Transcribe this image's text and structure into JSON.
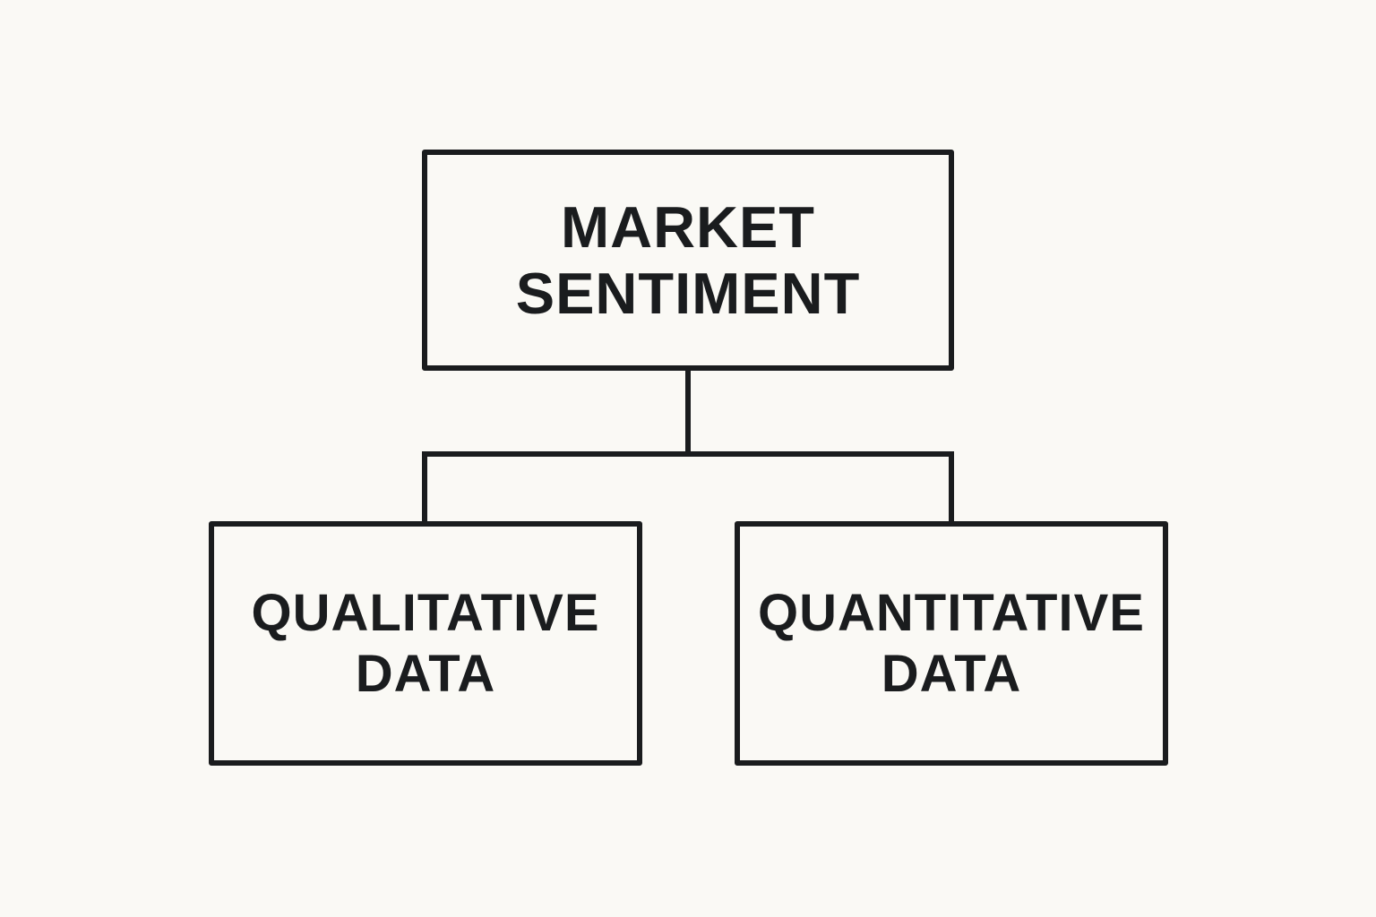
{
  "background_color": "#faf9f5",
  "stroke_color": "#1a1c1e",
  "root": {
    "line1": "MARKET",
    "line2": "SENTIMENT"
  },
  "children": [
    {
      "line1": "QUALITATIVE",
      "line2": "DATA"
    },
    {
      "line1": "QUANTITATIVE",
      "line2": "DATA"
    }
  ]
}
